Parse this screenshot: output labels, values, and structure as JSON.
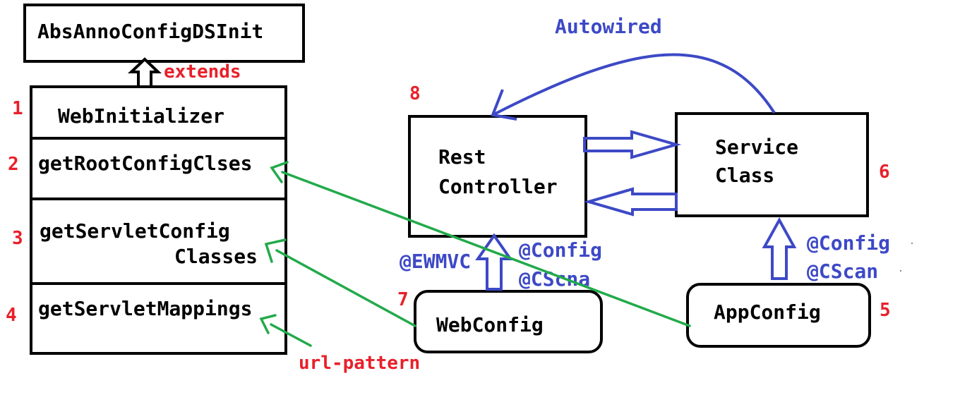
{
  "boxes": {
    "abs_anno": "AbsAnnoConfigDSInit",
    "web_initializer": "WebInitializer",
    "get_root": "getRootConfigClses",
    "get_servlet_1": "getServletConfig",
    "get_servlet_2": "Classes",
    "get_mappings": "getServletMappings",
    "rest_1": "Rest",
    "rest_2": "Controller",
    "service_1": "Service",
    "service_2": "Class",
    "web_config": "WebConfig",
    "app_config": "AppConfig"
  },
  "labels": {
    "extends": "extends",
    "autowired": "Autowired",
    "url_pattern": "url-pattern",
    "ewmvc": "@EWMVC",
    "web_config_annot_1": "@Config",
    "web_config_annot_2": "@CScna",
    "app_config_annot_1": "@Config",
    "app_config_annot_2": "@CScan"
  },
  "numbers": {
    "n1": "1",
    "n2": "2",
    "n3": "3",
    "n4": "4",
    "n5": "5",
    "n6": "6",
    "n7": "7",
    "n8": "8"
  },
  "colors": {
    "red": "#e8202a",
    "blue": "#3d49c6",
    "green": "#22aa4a",
    "black": "#000000"
  }
}
